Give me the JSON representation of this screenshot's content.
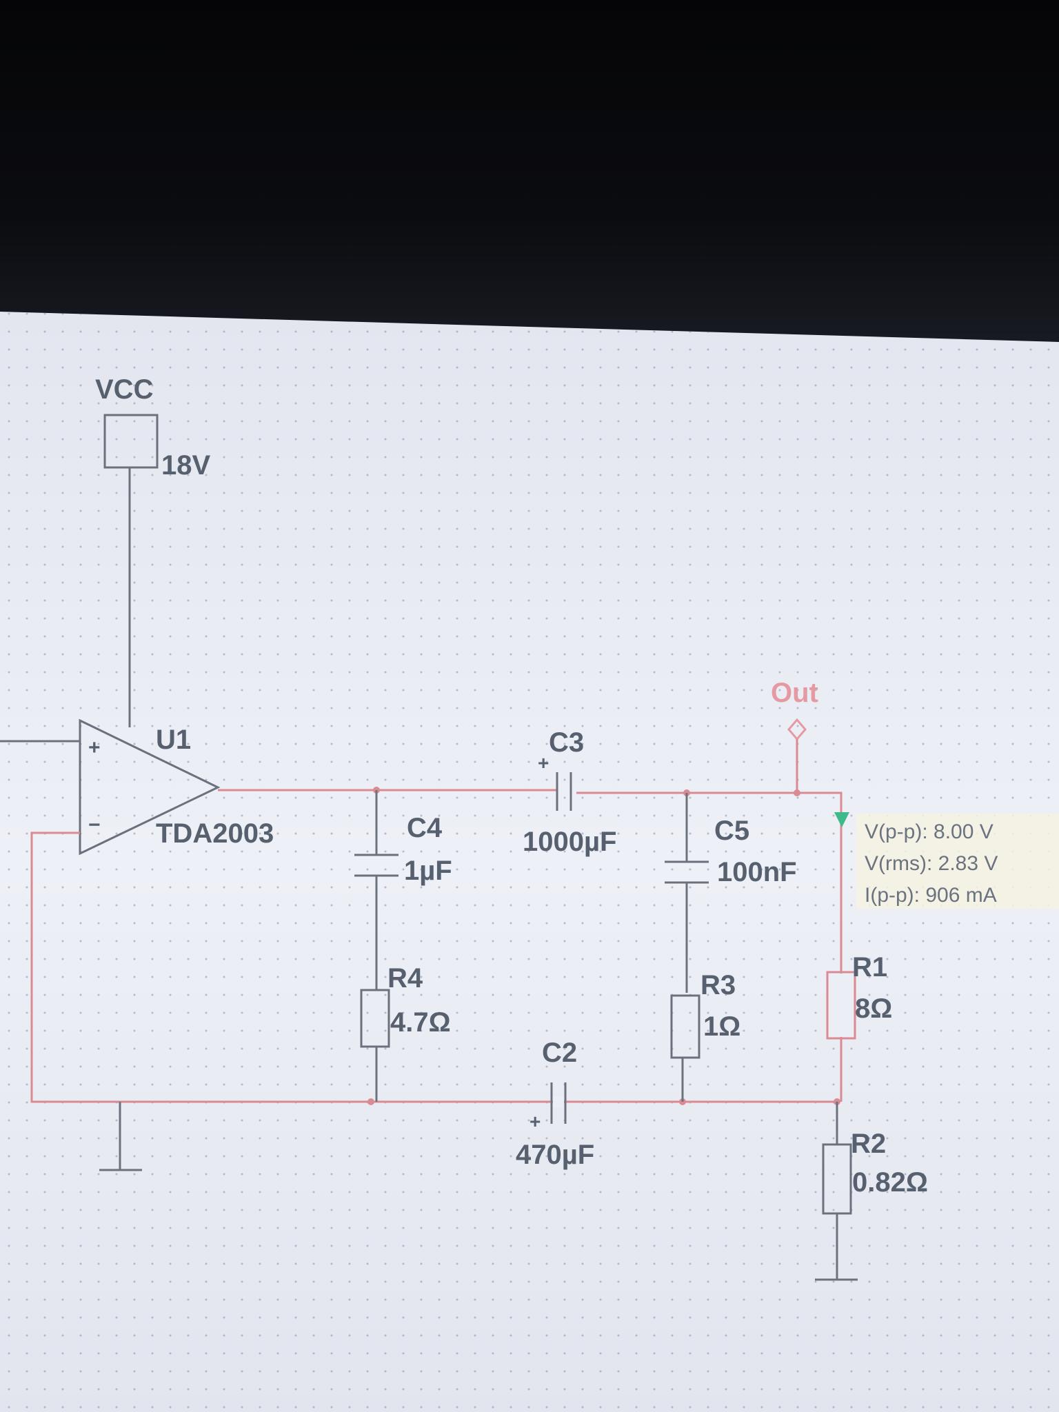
{
  "supply": {
    "name": "VCC",
    "voltage": "18V"
  },
  "amplifier": {
    "ref": "U1",
    "model": "TDA2003",
    "plus": "+",
    "minus": "−"
  },
  "output_label": "Out",
  "components": {
    "C3": {
      "ref": "C3",
      "value": "1000µF",
      "polarity": "+"
    },
    "C4": {
      "ref": "C4",
      "value": "1µF"
    },
    "C5": {
      "ref": "C5",
      "value": "100nF"
    },
    "C2": {
      "ref": "C2",
      "value": "470µF",
      "polarity": "+"
    },
    "R4": {
      "ref": "R4",
      "value": "4.7Ω"
    },
    "R3": {
      "ref": "R3",
      "value": "1Ω"
    },
    "R1": {
      "ref": "R1",
      "value": "8Ω"
    },
    "R2": {
      "ref": "R2",
      "value": "0.82Ω"
    }
  },
  "probe": {
    "vpp": "V(p-p): 8.00 V",
    "vrms": "V(rms): 2.83 V",
    "ipp": "I(p-p): 906 mA"
  },
  "colors": {
    "wire_active": "#d98a92",
    "wire_inactive": "#6c727c",
    "label": "#56606e",
    "probe_marker": "#3fb98a",
    "sheet": "#eceef6"
  }
}
